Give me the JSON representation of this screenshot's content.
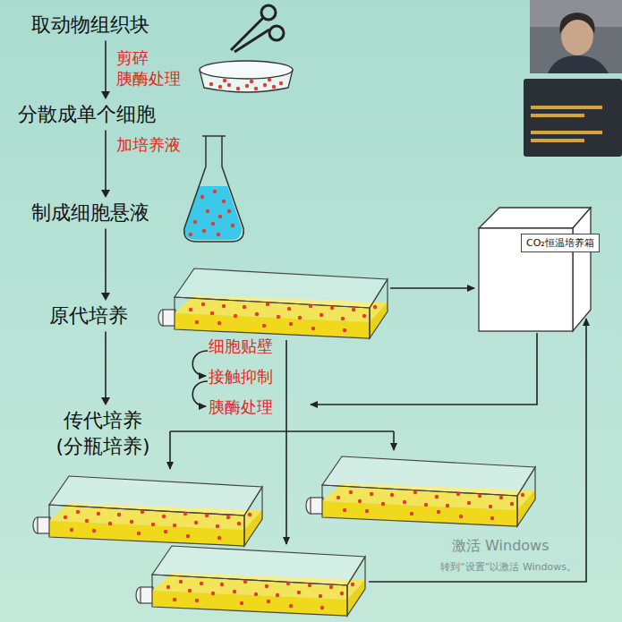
{
  "diagram": {
    "nodes": [
      {
        "text": [
          "取动物组织块"
        ]
      },
      {
        "text": [
          "分散成单个细胞"
        ]
      },
      {
        "text": [
          "制成细胞悬液"
        ]
      },
      {
        "text": [
          "原代培养"
        ]
      },
      {
        "text": [
          "传代培养",
          "(分瓶培养)"
        ]
      },
      {
        "text": [
          "CO₂恒温培养箱"
        ]
      }
    ],
    "edges": [
      {
        "from": 0,
        "to": 1,
        "arrow": "to",
        "label": "剪碎 胰酶处理"
      },
      {
        "from": 1,
        "to": 2,
        "arrow": "to",
        "label": "加培养液"
      },
      {
        "from": 2,
        "to": 3,
        "arrow": "to"
      },
      {
        "from": 3,
        "to": 4,
        "arrow": "to"
      }
    ],
    "labels": [
      "细胞贴壁",
      "接触抑制",
      "胰酶处理",
      "激活 Windows",
      "转到“设置”以激活 Windows。"
    ]
  }
}
